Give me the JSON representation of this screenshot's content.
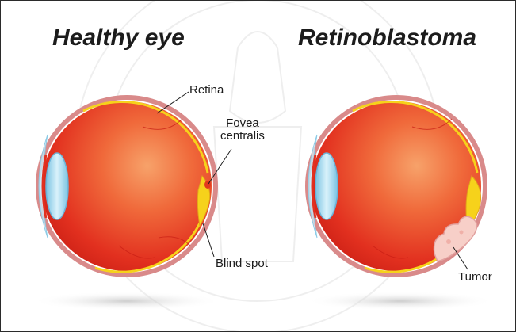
{
  "titles": {
    "left": "Healthy eye",
    "right": "Retinoblastoma"
  },
  "labels": {
    "retina": "Retina",
    "fovea_line1": "Fovea",
    "fovea_line2": "centralis",
    "blind_spot": "Blind spot",
    "tumor": "Tumor"
  },
  "colors": {
    "eye_red": "#e8291f",
    "eye_orange": "#f07a3a",
    "retina_yellow": "#f6d21b",
    "lens_blue": "#a9ddf0",
    "outline_pink": "#d97a7a",
    "tumor_pink": "#f7cfc8"
  }
}
